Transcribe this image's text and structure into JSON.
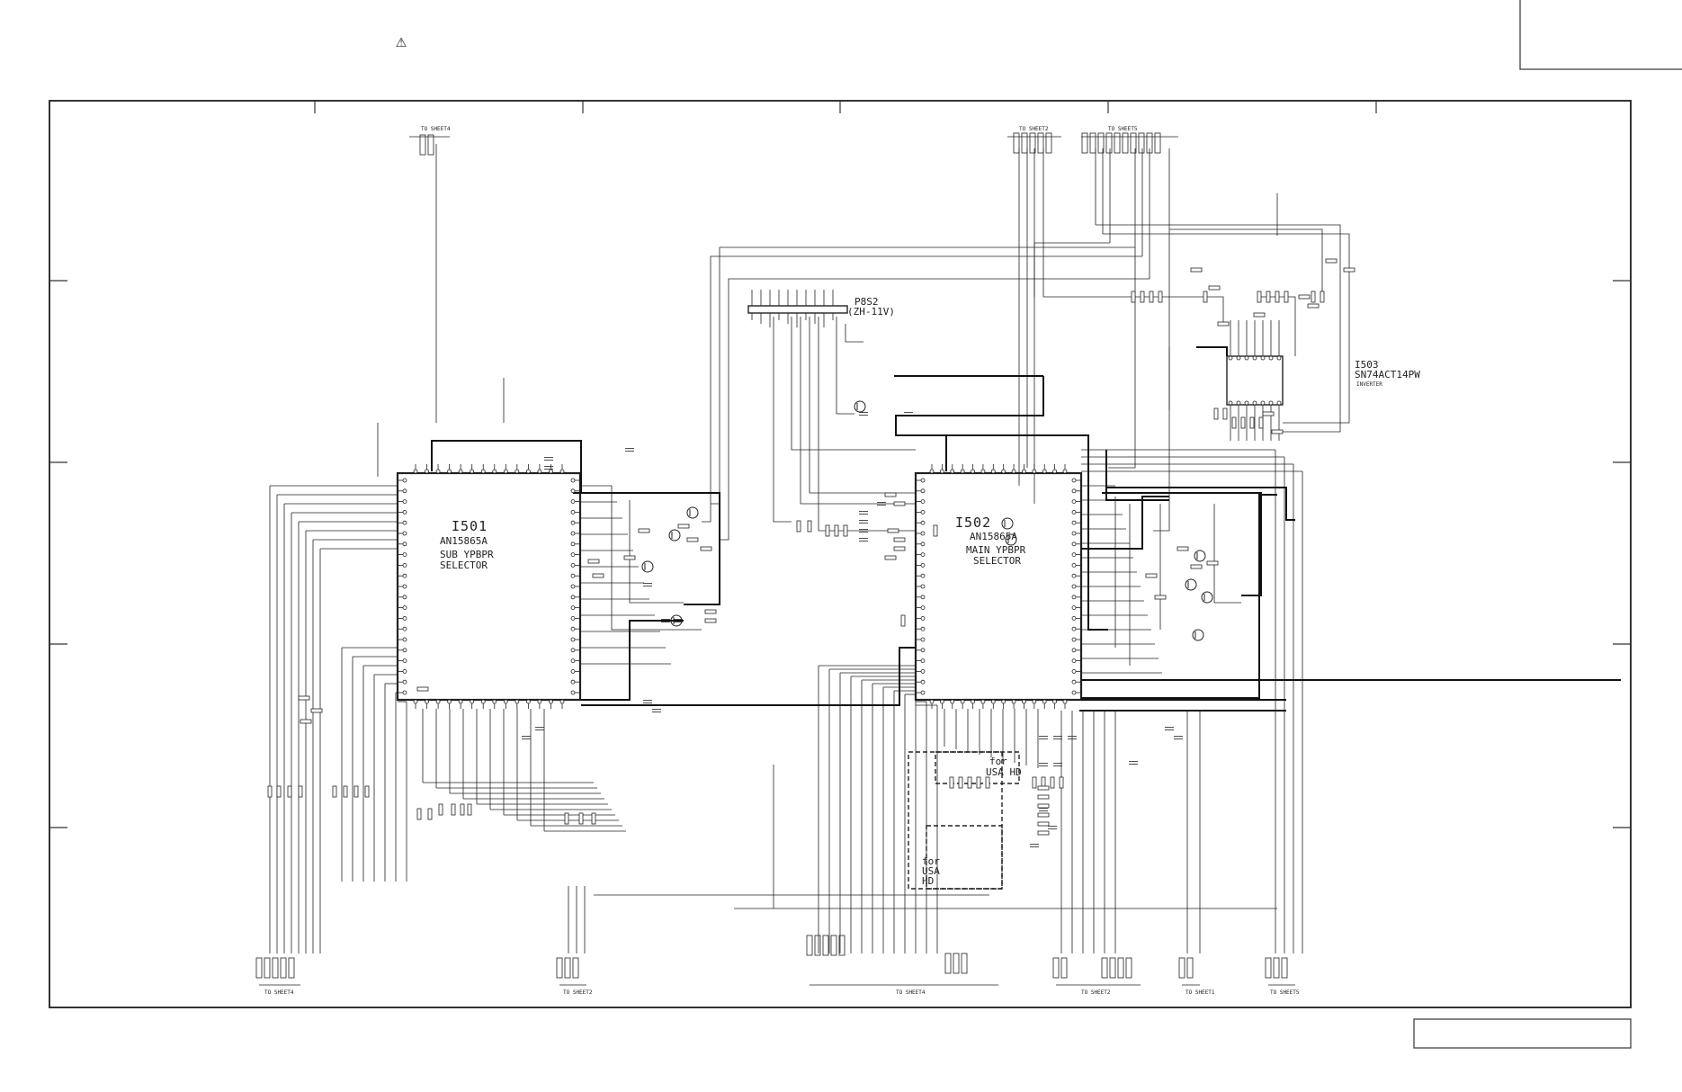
{
  "ic_i501": {
    "ref": "I501",
    "part": "AN15865A",
    "func1": "SUB YPBPR",
    "func2": "SELECTOR"
  },
  "ic_i502": {
    "ref": "I502",
    "part": "AN15865A",
    "func1": "MAIN YPBPR",
    "func2": "SELECTOR"
  },
  "ic_i503": {
    "ref": "I503",
    "part": "SN74ACT14PW",
    "func": "INVERTER"
  },
  "connector_p8s2": {
    "ref": "P8S2",
    "type": "(ZH-11V)"
  },
  "option_box_1": {
    "line1": "for",
    "line2": "USA HD"
  },
  "option_box_2": {
    "line1": "for",
    "line2": "USA",
    "line3": "HD"
  },
  "sheet_refs": {
    "top_left": "TO SHEET4",
    "top_mid": "TO SHEET2",
    "top_right": "TO SHEET5",
    "bottom": [
      "TO SHEET4",
      "TO SHEET2",
      "TO SHEET4",
      "TO SHEET2",
      "TO SHEET1",
      "TO SHEET5"
    ]
  },
  "warning_symbol": "⚠",
  "colors": {
    "line": "#222222",
    "border": "#333333",
    "background": "#ffffff"
  }
}
